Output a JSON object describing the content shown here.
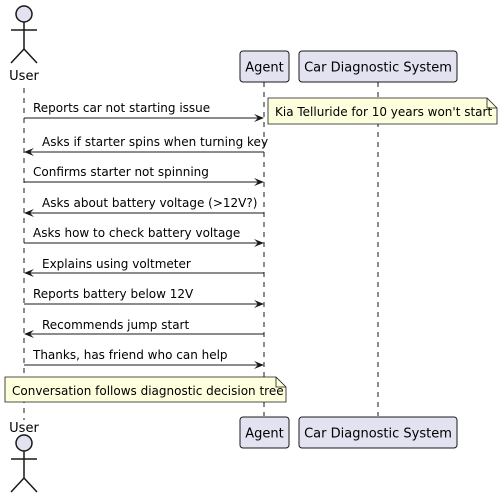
{
  "participants": [
    {
      "id": "user",
      "label": "User",
      "kind": "actor"
    },
    {
      "id": "agent",
      "label": "Agent",
      "kind": "participant"
    },
    {
      "id": "system",
      "label": "Car Diagnostic System",
      "kind": "participant"
    }
  ],
  "messages": [
    {
      "from": "user",
      "to": "agent",
      "text": "Reports car not starting issue"
    },
    {
      "from": "agent",
      "to": "user",
      "text": "Asks if starter spins when turning key"
    },
    {
      "from": "user",
      "to": "agent",
      "text": "Confirms starter not spinning"
    },
    {
      "from": "agent",
      "to": "user",
      "text": "Asks about battery voltage (>12V?)"
    },
    {
      "from": "user",
      "to": "agent",
      "text": "Asks how to check battery voltage"
    },
    {
      "from": "agent",
      "to": "user",
      "text": "Explains using voltmeter"
    },
    {
      "from": "user",
      "to": "agent",
      "text": "Reports battery below 12V"
    },
    {
      "from": "agent",
      "to": "user",
      "text": "Recommends jump start"
    },
    {
      "from": "user",
      "to": "agent",
      "text": "Thanks, has friend who can help"
    }
  ],
  "notes": [
    {
      "text": "Kia Telluride for 10 years won't start"
    },
    {
      "text": "Conversation follows diagnostic decision tree"
    }
  ],
  "colors": {
    "participant_fill": "#E2E2F0",
    "participant_border": "#181818",
    "note_fill": "#FEFFDD",
    "lifeline": "#181818",
    "text": "#000000"
  }
}
